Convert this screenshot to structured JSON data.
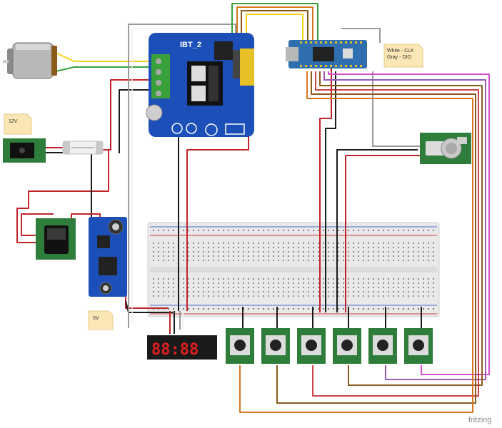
{
  "labels": {
    "supply_voltage": "12V",
    "logic_voltage": "5V",
    "driver_name": "IBT_2",
    "display_note_line1": "White - CLK",
    "display_note_line2": "Gray - DIO",
    "display_digits": "88:88",
    "watermark": "fritzing"
  },
  "colors": {
    "red": "#c0242a",
    "black": "#1a1a1a",
    "yellow": "#f2d21b",
    "green": "#3aa13a",
    "orange": "#d6771f",
    "brown": "#8a5a1c",
    "magenta": "#d54fd6",
    "purple": "#9b59b6",
    "gray": "#9a9a9a",
    "pcb_green": "#2f7d3a",
    "driver_blue": "#1d4fb8",
    "arduino_blue": "#2f6fb0"
  },
  "components": [
    {
      "name": "dc-motor"
    },
    {
      "name": "barrel-jack"
    },
    {
      "name": "fuse"
    },
    {
      "name": "rocker-switch"
    },
    {
      "name": "buck-converter"
    },
    {
      "name": "ibt2-motor-driver"
    },
    {
      "name": "arduino-nano"
    },
    {
      "name": "rotary-potentiometer"
    },
    {
      "name": "breadboard"
    },
    {
      "name": "seven-segment-display"
    },
    {
      "name": "push-button",
      "count": 6
    }
  ]
}
